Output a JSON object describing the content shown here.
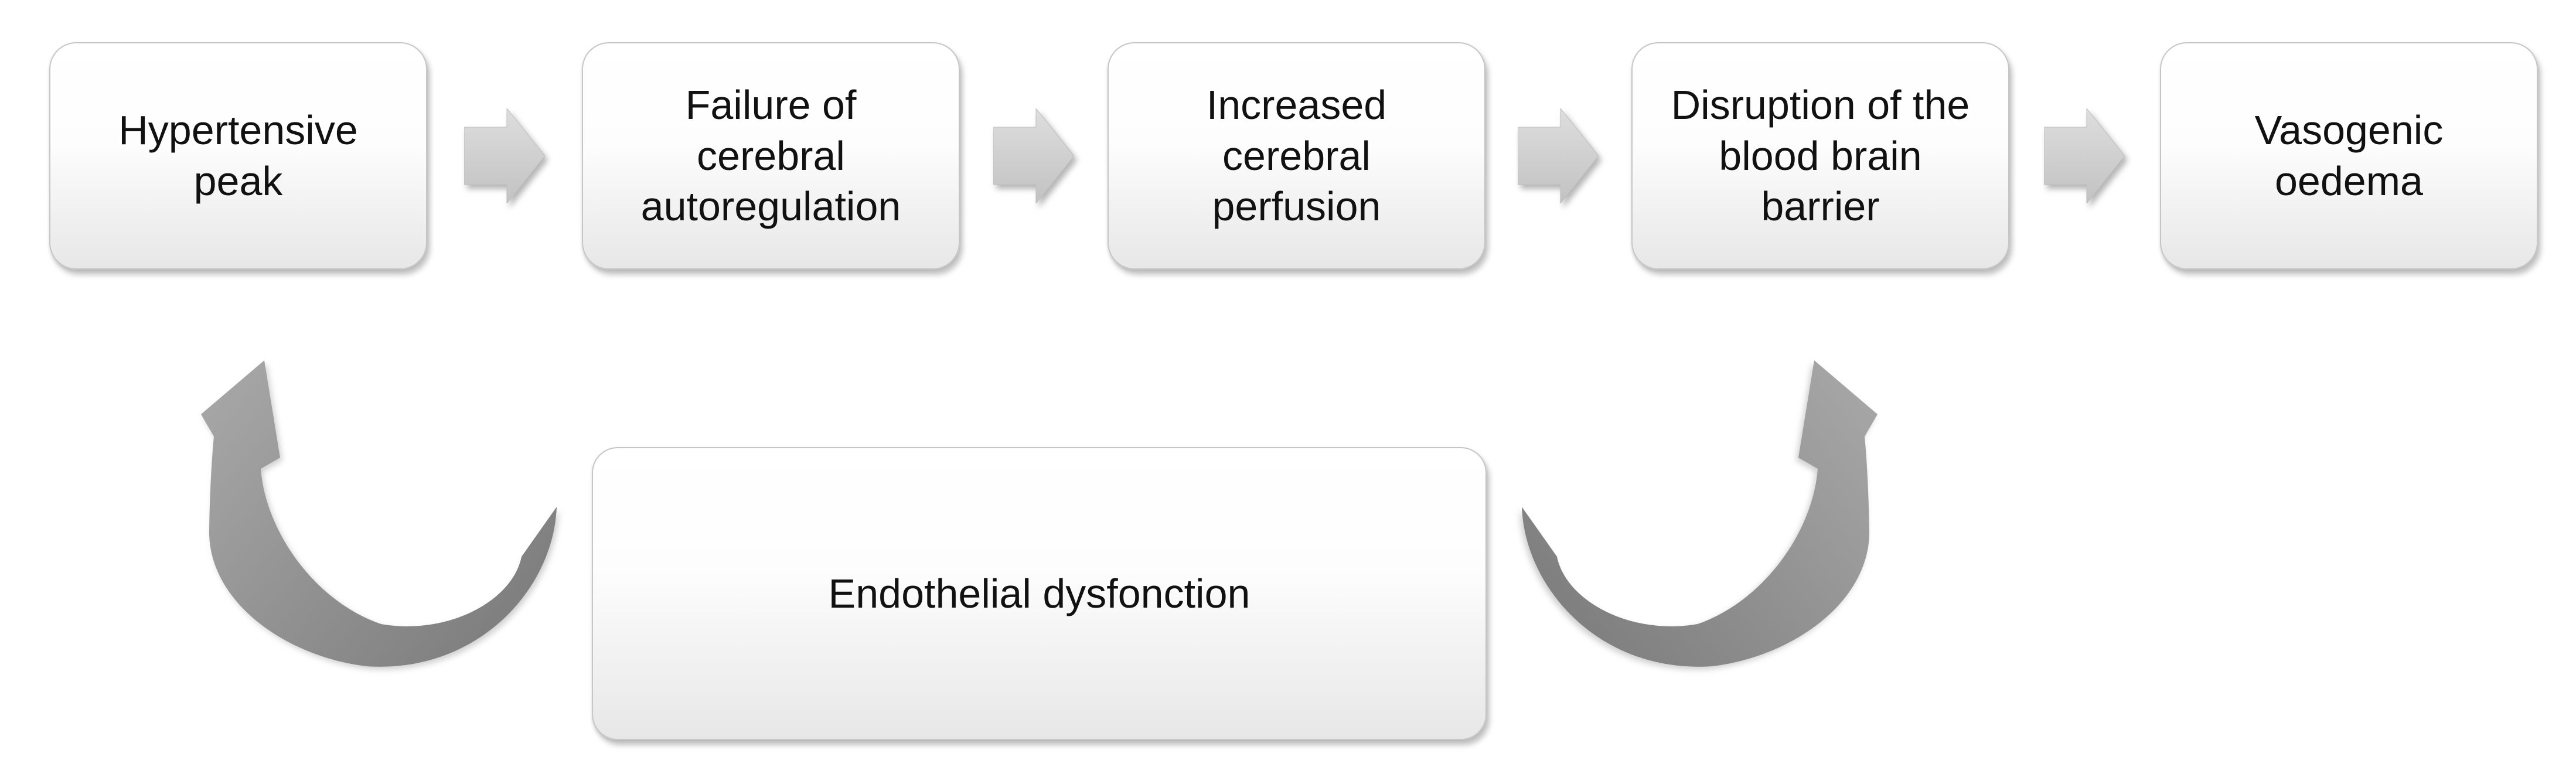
{
  "diagram": {
    "description": "Flowchart of hypertensive encephalopathy pathophysiology",
    "flow_boxes": [
      {
        "id": "hypertensive-peak",
        "text": "Hypertensive\npeak"
      },
      {
        "id": "failure-autoregulation",
        "text": "Failure of\ncerebral\nautoregulation"
      },
      {
        "id": "increased-perfusion",
        "text": "Increased\ncerebral\nperfusion"
      },
      {
        "id": "bbb-disruption",
        "text": "Disruption of the\nblood brain\nbarrier"
      },
      {
        "id": "vasogenic-oedema",
        "text": "Vasogenic\noedema"
      }
    ],
    "bottom_box": {
      "id": "endothelial-dysfonction",
      "text": "Endothelial dysfonction"
    },
    "icons": {
      "flow_arrow": "right-block-arrow",
      "feedback_arrow_left": "curved-up-arrow",
      "feedback_arrow_right": "curved-up-arrow"
    },
    "colors": {
      "background": "#ffffff",
      "box_fill_top": "#ffffff",
      "box_fill_bottom": "#e7e7e7",
      "box_border": "#c6c6c6",
      "block_arrow_fill_top": "#dedede",
      "block_arrow_fill_bottom": "#c2c2c2",
      "curved_arrow_fill_light": "#a9a9a9",
      "curved_arrow_fill_dark": "#7e7e7e",
      "text": "#111111"
    }
  }
}
